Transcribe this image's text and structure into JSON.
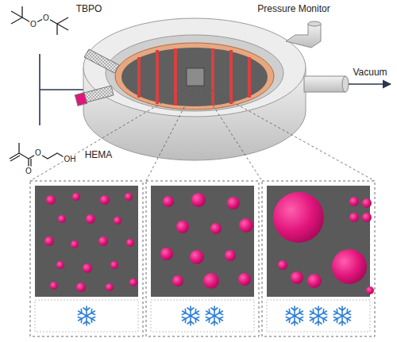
{
  "diagram": {
    "labels": [
      "TBPO",
      "O",
      "O",
      "Pressure Monitor",
      "Vacuum",
      "O",
      "O",
      "OH",
      "HEMA"
    ]
  }
}
